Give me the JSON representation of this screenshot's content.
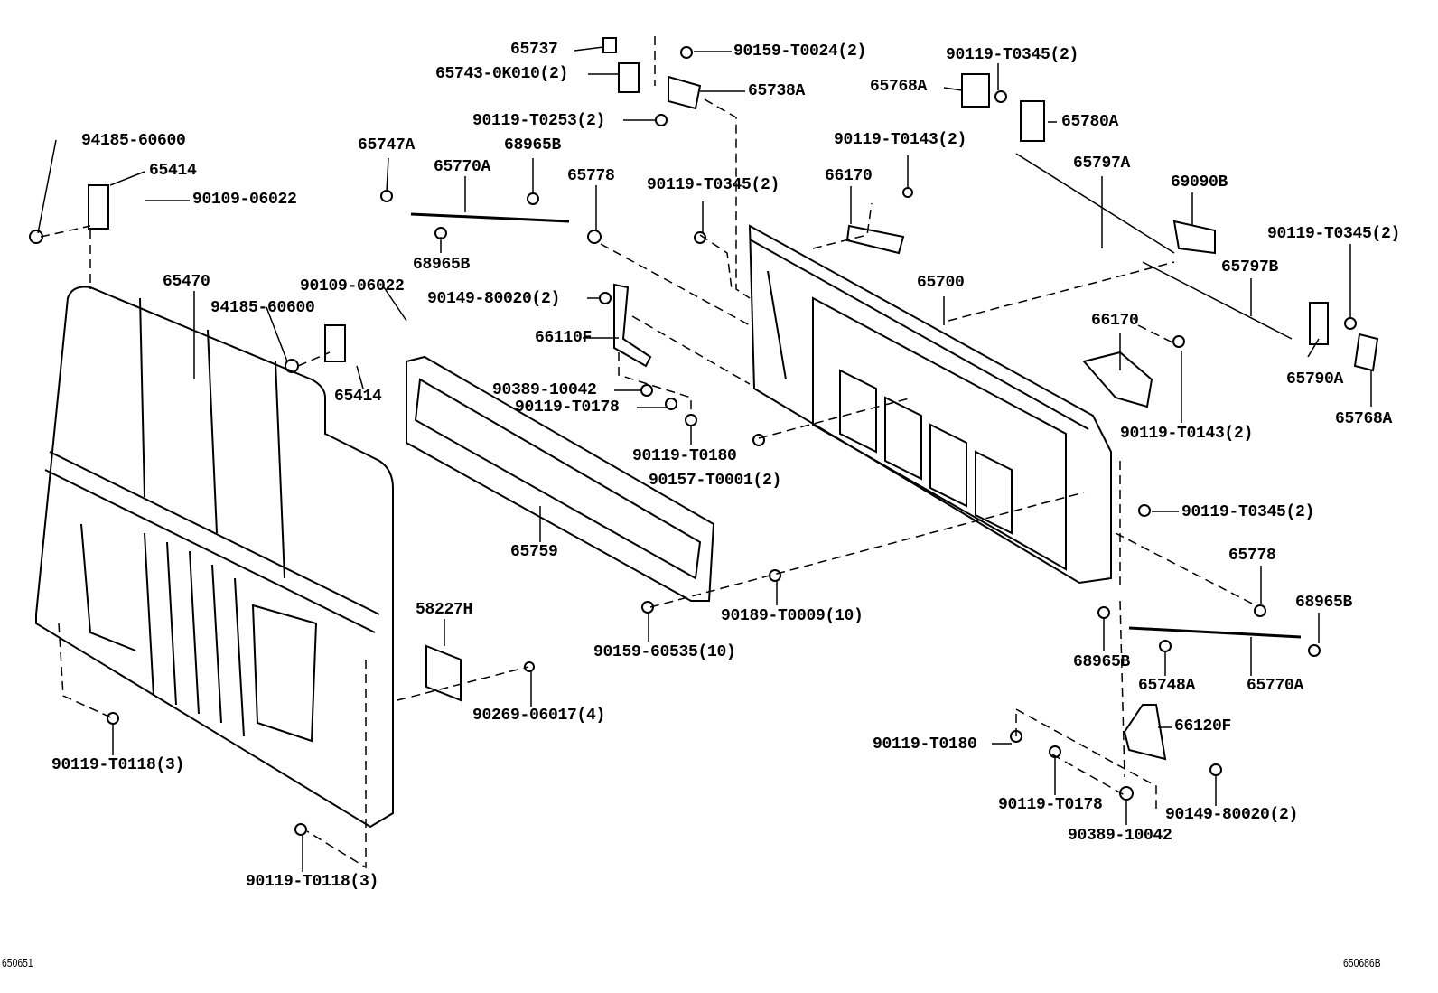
{
  "labels": [
    "65737",
    "65743-0K010(2)",
    "90159-T0024(2)",
    "65738A",
    "90119-T0253(2)",
    "90119-T0345(2)",
    "65768A",
    "65780A",
    "94185-60600",
    "65414",
    "90109-06022",
    "65747A",
    "65770A",
    "68965B",
    "65778",
    "90119-T0143(2)",
    "90119-T0345(2)",
    "66170",
    "65797A",
    "69090B",
    "68965B",
    "65470",
    "90109-06022",
    "94185-60600",
    "65700",
    "90149-80020(2)",
    "90119-T0345(2)",
    "65797B",
    "66110F",
    "66170",
    "65414",
    "90389-10042",
    "90119-T0178",
    "65790A",
    "65768A",
    "90119-T0180",
    "90157-T0001(2)",
    "90119-T0143(2)",
    "90119-T0345(2)",
    "65759",
    "65778",
    "58227H",
    "68965B",
    "90189-T0009(10)",
    "90159-60535(10)",
    "68965B",
    "65748A",
    "65770A",
    "90269-06017(4)",
    "66120F",
    "90119-T0180",
    "90119-T0118(3)",
    "90119-T0178",
    "90149-80020(2)",
    "90389-10042",
    "90119-T0118(3)"
  ],
  "footer": {
    "left_code": "650651",
    "right_code": "650686B"
  }
}
